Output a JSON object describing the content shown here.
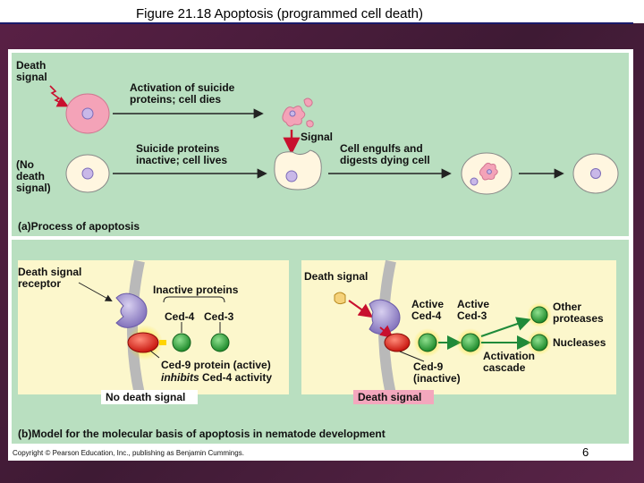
{
  "title": "Figure 21.18  Apoptosis (programmed cell death)",
  "panel_a": {
    "death_signal": "Death\nsignal",
    "activation": "Activation of suicide\nproteins; cell dies",
    "suicide_inactive": "Suicide proteins\ninactive; cell lives",
    "no_death_signal": "(No\ndeath\nsignal)",
    "signal": "Signal",
    "engulfs": "Cell engulfs and\ndigests dying cell",
    "caption_letter": "(a)",
    "caption": "Process of apoptosis"
  },
  "panel_b": {
    "receptor": "Death signal\nreceptor",
    "inactive_proteins": "Inactive proteins",
    "ced4": "Ced-4",
    "ced3": "Ced-3",
    "ced9_active": "Ced-9 protein (active)",
    "inhibits": "inhibits",
    "inhibits_rest": " Ced-4 activity",
    "no_death_box": "No death signal",
    "death_signal": "Death signal",
    "active_ced4": "Active\nCed-4",
    "active_ced3": "Active\nCed-3",
    "other_proteases": "Other\nproteases",
    "nucleases": "Nucleases",
    "activation_cascade": "Activation\ncascade",
    "ced9_inactive": "Ced-9\n(inactive)",
    "death_box": "Death signal",
    "caption_letter": "(b)",
    "caption": "Model for the molecular basis of apoptosis in nematode development"
  },
  "copyright": "Copyright © Pearson Education, Inc., publishing as Benjamin Cummings.",
  "page_number": "6",
  "colors": {
    "panel_green": "#b9dfc0",
    "panel_yellow": "#fcf7cc",
    "cell_pink": "#f4a3b8",
    "purple": "#9d8fc7",
    "red": "#d92e1e",
    "green_protein": "#33a33c",
    "arrow_dark": "#222222",
    "arrow_red": "#c8102e",
    "death_box_pink": "#f3a7bd"
  }
}
